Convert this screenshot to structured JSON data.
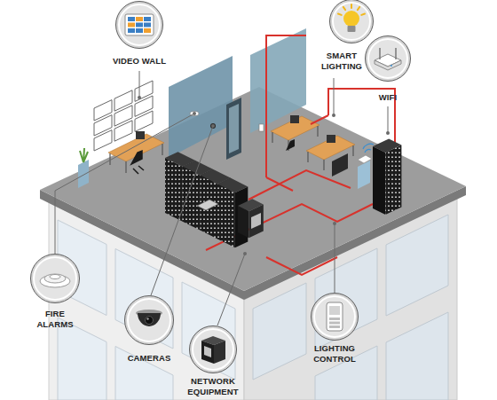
{
  "diagram": {
    "nodes": [
      {
        "text": [
          "VIDEO WALL"
        ]
      },
      {
        "text": [
          "SMART LIGHTING"
        ]
      },
      {
        "text": [
          "WIFI"
        ]
      },
      {
        "text": [
          "FIRE ALARMS"
        ]
      },
      {
        "text": [
          "CAMERAS"
        ]
      },
      {
        "text": [
          "NETWORK EQUIPMENT"
        ]
      },
      {
        "text": [
          "LIGHTING CONTROL"
        ]
      }
    ]
  }
}
